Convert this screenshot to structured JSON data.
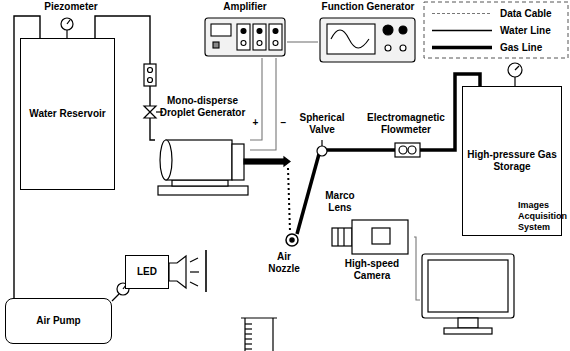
{
  "diagram": {
    "nodes": [
      {
        "text": [
          "Amplifier"
        ]
      },
      {
        "text": [
          "Function Generator"
        ]
      },
      {
        "text": [
          "Water Reservoir"
        ]
      },
      {
        "text": [
          "Mono-disperse Droplet Generator"
        ]
      },
      {
        "text": [
          "High-pressure Gas Storage"
        ]
      },
      {
        "text": [
          "LED"
        ]
      },
      {
        "text": [
          "High-speed Camera"
        ]
      },
      {
        "text": [
          "Images Acquisition System"
        ]
      },
      {
        "text": [
          "Air Pump"
        ]
      }
    ],
    "edges": [
      {
        "from": 8,
        "to": 2,
        "arrow": "none"
      },
      {
        "from": 2,
        "to": 3,
        "arrow": "none"
      },
      {
        "from": 1,
        "to": 0,
        "arrow": "none"
      },
      {
        "from": 0,
        "to": 3,
        "arrow": "none"
      },
      {
        "from": 0,
        "to": 3,
        "arrow": "none"
      },
      {
        "from": 6,
        "to": 7,
        "arrow": "none"
      }
    ],
    "labels": [
      "Piezometer",
      "+",
      "−",
      "Spherical Valve",
      "Electromagnetic Flowmeter",
      "Air Nozzle",
      "Marco Lens"
    ],
    "legend": [
      {
        "text": "Data Cable"
      },
      {
        "text": "Water Line"
      },
      {
        "text": "Gas Line"
      }
    ]
  }
}
